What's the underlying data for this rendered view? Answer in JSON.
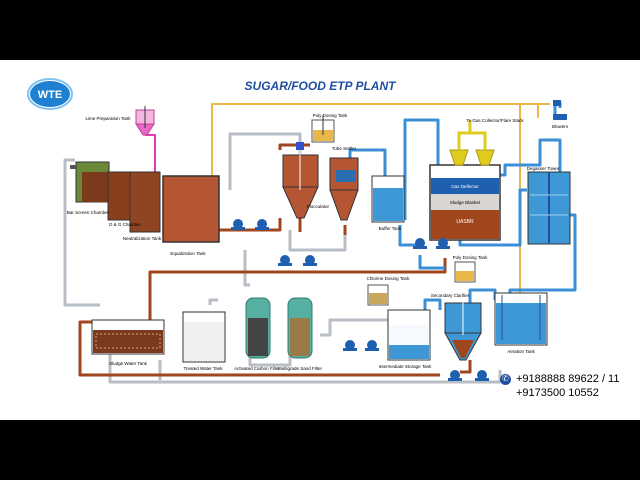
{
  "title": "SUGAR/FOOD ETP PLANT",
  "logo": "WTE",
  "labels": {
    "lime": "Lime Preparation Tank",
    "bar_screen": "Bar Screen Chamber",
    "og": "O & G Chamber",
    "neutral": "Neutralization Tank",
    "equal": "Equalization Tank",
    "poly1": "Poly Dosing Tank",
    "tube": "Tube Settler",
    "floc": "Flocculator",
    "buffer": "Buffer Tank",
    "gas_collector": "To Gas Collector/Flare Stack",
    "gas_deflector": "Gas Deflector",
    "sludge_blanket": "Sludge Blanket",
    "uasbr": "UASBR",
    "degasser": "Degasser Tower",
    "blowers": "Blowers",
    "chlorine": "Chlorine Dosing Tank",
    "poly2": "Poly Dosing Tank",
    "sec_clarifier": "Secondary Clarifier",
    "aeration": "Aeration Tank",
    "sludge_water": "Sludge Water Tank",
    "treated": "Treated Water Tank",
    "carbon": "Activated Carbon Filter",
    "sand": "Multigrade Sand Filter",
    "inter": "Intermediate Storage Tank"
  },
  "contact": {
    "phone1": "+9188888 89622 / 11",
    "phone2": "+9173500 10552"
  },
  "colors": {
    "title": "#1f4fa3",
    "pipe_blue": "#3a8fd6",
    "pipe_brown": "#a0461c",
    "pipe_yellow": "#e8b84a",
    "pipe_grey": "#b8bec6",
    "water": "#3f98d6",
    "sludge": "#8a3e1c",
    "pump": "#1f5fb0"
  }
}
